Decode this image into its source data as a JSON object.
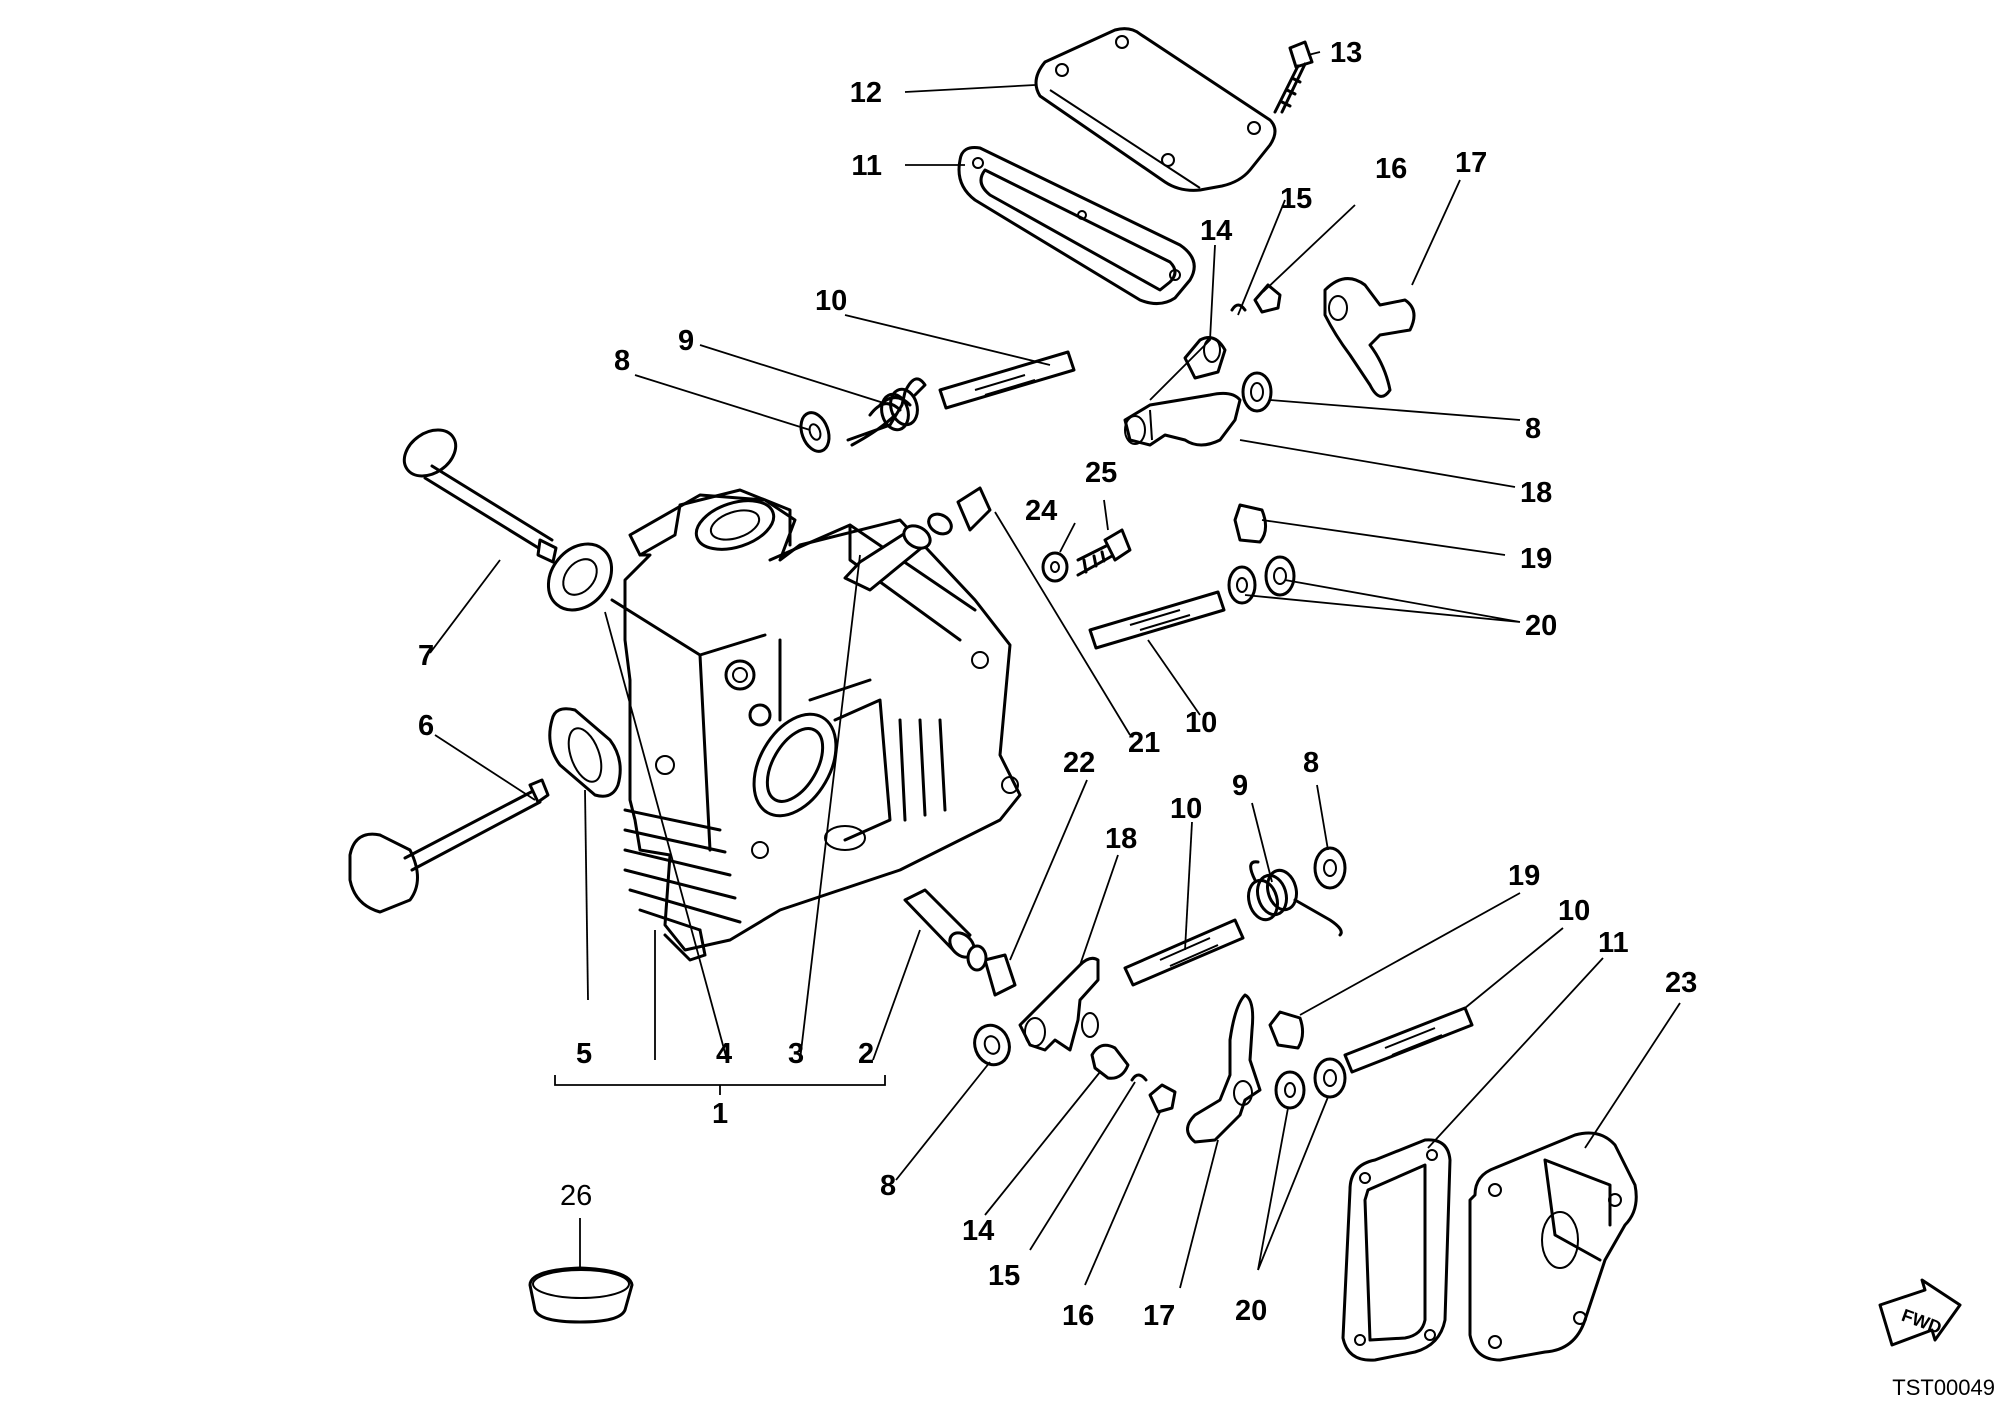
{
  "diagram": {
    "drawing_code": "TST00049",
    "direction_label": "FWD",
    "callouts": {
      "c1": "1",
      "c2": "2",
      "c3": "3",
      "c4": "4",
      "c5": "5",
      "c6": "6",
      "c7": "7",
      "c8a": "8",
      "c8b": "8",
      "c8c": "8",
      "c8d": "8",
      "c9a": "9",
      "c9b": "9",
      "c10a": "10",
      "c10b": "10",
      "c10c": "10",
      "c10d": "10",
      "c11a": "11",
      "c11b": "11",
      "c12": "12",
      "c13": "13",
      "c14a": "14",
      "c14b": "14",
      "c15a": "15",
      "c15b": "15",
      "c16a": "16",
      "c16b": "16",
      "c17a": "17",
      "c17b": "17",
      "c18a": "18",
      "c18b": "18",
      "c19a": "19",
      "c19b": "19",
      "c20a": "20",
      "c20b": "20",
      "c21": "21",
      "c22": "22",
      "c23": "23",
      "c24": "24",
      "c25": "25",
      "c26": "26"
    }
  }
}
